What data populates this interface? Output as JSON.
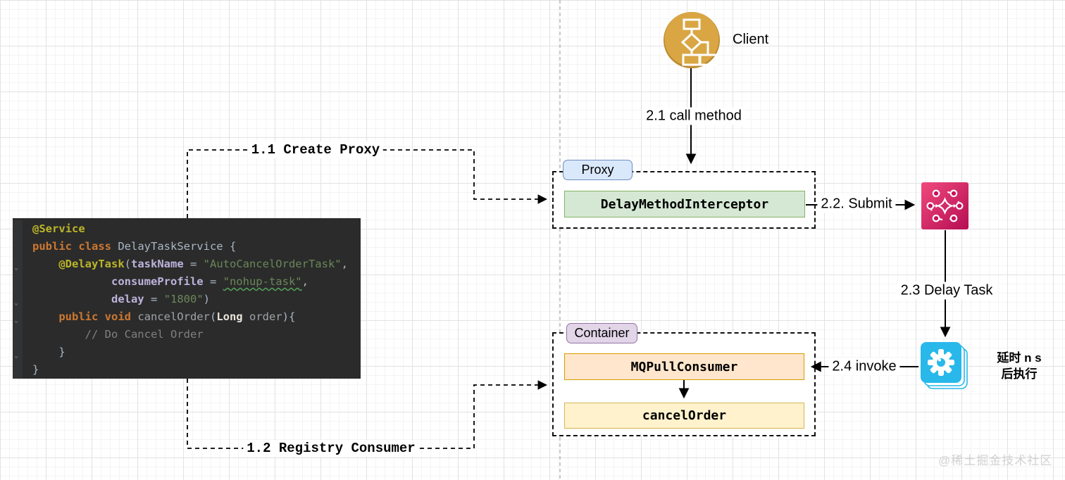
{
  "code_editor": {
    "background": "#2B2B2B",
    "lines": [
      [
        {
          "t": "@Service",
          "c": "ann"
        }
      ],
      [
        {
          "t": "public class ",
          "c": "kw"
        },
        {
          "t": "DelayTaskService {",
          "c": "pl"
        }
      ],
      [
        {
          "t": "    ",
          "c": "pl"
        },
        {
          "t": "@DelayTask",
          "c": "ann"
        },
        {
          "t": "(",
          "c": "pl"
        },
        {
          "t": "taskName",
          "c": "attr"
        },
        {
          "t": " = ",
          "c": "pl"
        },
        {
          "t": "\"AutoCancelOrderTask\"",
          "c": "str"
        },
        {
          "t": ",",
          "c": "pl"
        }
      ],
      [
        {
          "t": "            ",
          "c": "pl"
        },
        {
          "t": "consumeProfile",
          "c": "attr"
        },
        {
          "t": " = ",
          "c": "pl"
        },
        {
          "t": "\"nohup-task\"",
          "c": "strw"
        },
        {
          "t": ",",
          "c": "pl"
        }
      ],
      [
        {
          "t": "            ",
          "c": "pl"
        },
        {
          "t": "delay",
          "c": "attr"
        },
        {
          "t": " = ",
          "c": "pl"
        },
        {
          "t": "\"1800\"",
          "c": "str"
        },
        {
          "t": ")",
          "c": "pl"
        }
      ],
      [
        {
          "t": "    ",
          "c": "pl"
        },
        {
          "t": "public void ",
          "c": "kw"
        },
        {
          "t": "cancelOrder",
          "c": "meth"
        },
        {
          "t": "(",
          "c": "pl"
        },
        {
          "t": "Long",
          "c": "type"
        },
        {
          "t": " ",
          "c": "pl"
        },
        {
          "t": "order",
          "c": "meth"
        },
        {
          "t": "){",
          "c": "pl"
        }
      ],
      [
        {
          "t": "        // Do Cancel Order",
          "c": "cmt"
        }
      ],
      [
        {
          "t": "    }",
          "c": "pl"
        }
      ],
      [
        {
          "t": "}",
          "c": "pl"
        }
      ]
    ]
  },
  "diagram": {
    "client": {
      "label": "Client"
    },
    "proxy_group": {
      "label": "Proxy",
      "interceptor": "DelayMethodInterceptor"
    },
    "container_group": {
      "label": "Container",
      "consumer": "MQPullConsumer",
      "method": "cancelOrder"
    },
    "edges": {
      "create_proxy": "1.1 Create Proxy",
      "registry_consumer": "1.2 Registry Consumer",
      "call_method": "2.1 call method",
      "submit": "2.2. Submit",
      "delay_task": "2.3 Delay Task",
      "invoke": "2.4 invoke"
    },
    "delay_note": {
      "line1": "延时 n s",
      "line2": "后执行"
    }
  },
  "colors": {
    "proxy_tag_fill": "#DAE8FC",
    "proxy_tag_border": "#6C8EBF",
    "interceptor_fill": "#D5E8D4",
    "interceptor_border": "#82B366",
    "container_tag_fill": "#E1D5E7",
    "container_tag_border": "#9673A6",
    "consumer_fill": "#FFE6CC",
    "consumer_border": "#D79B00",
    "cancel_fill": "#FFF2CC",
    "cancel_border": "#D6B656",
    "client_gold": "#D9A643",
    "eventbridge_pink": "#D01059",
    "scheduler_cyan": "#29B8EA",
    "code_background": "#2B2B2B"
  },
  "watermark": "@稀土掘金技术社区"
}
